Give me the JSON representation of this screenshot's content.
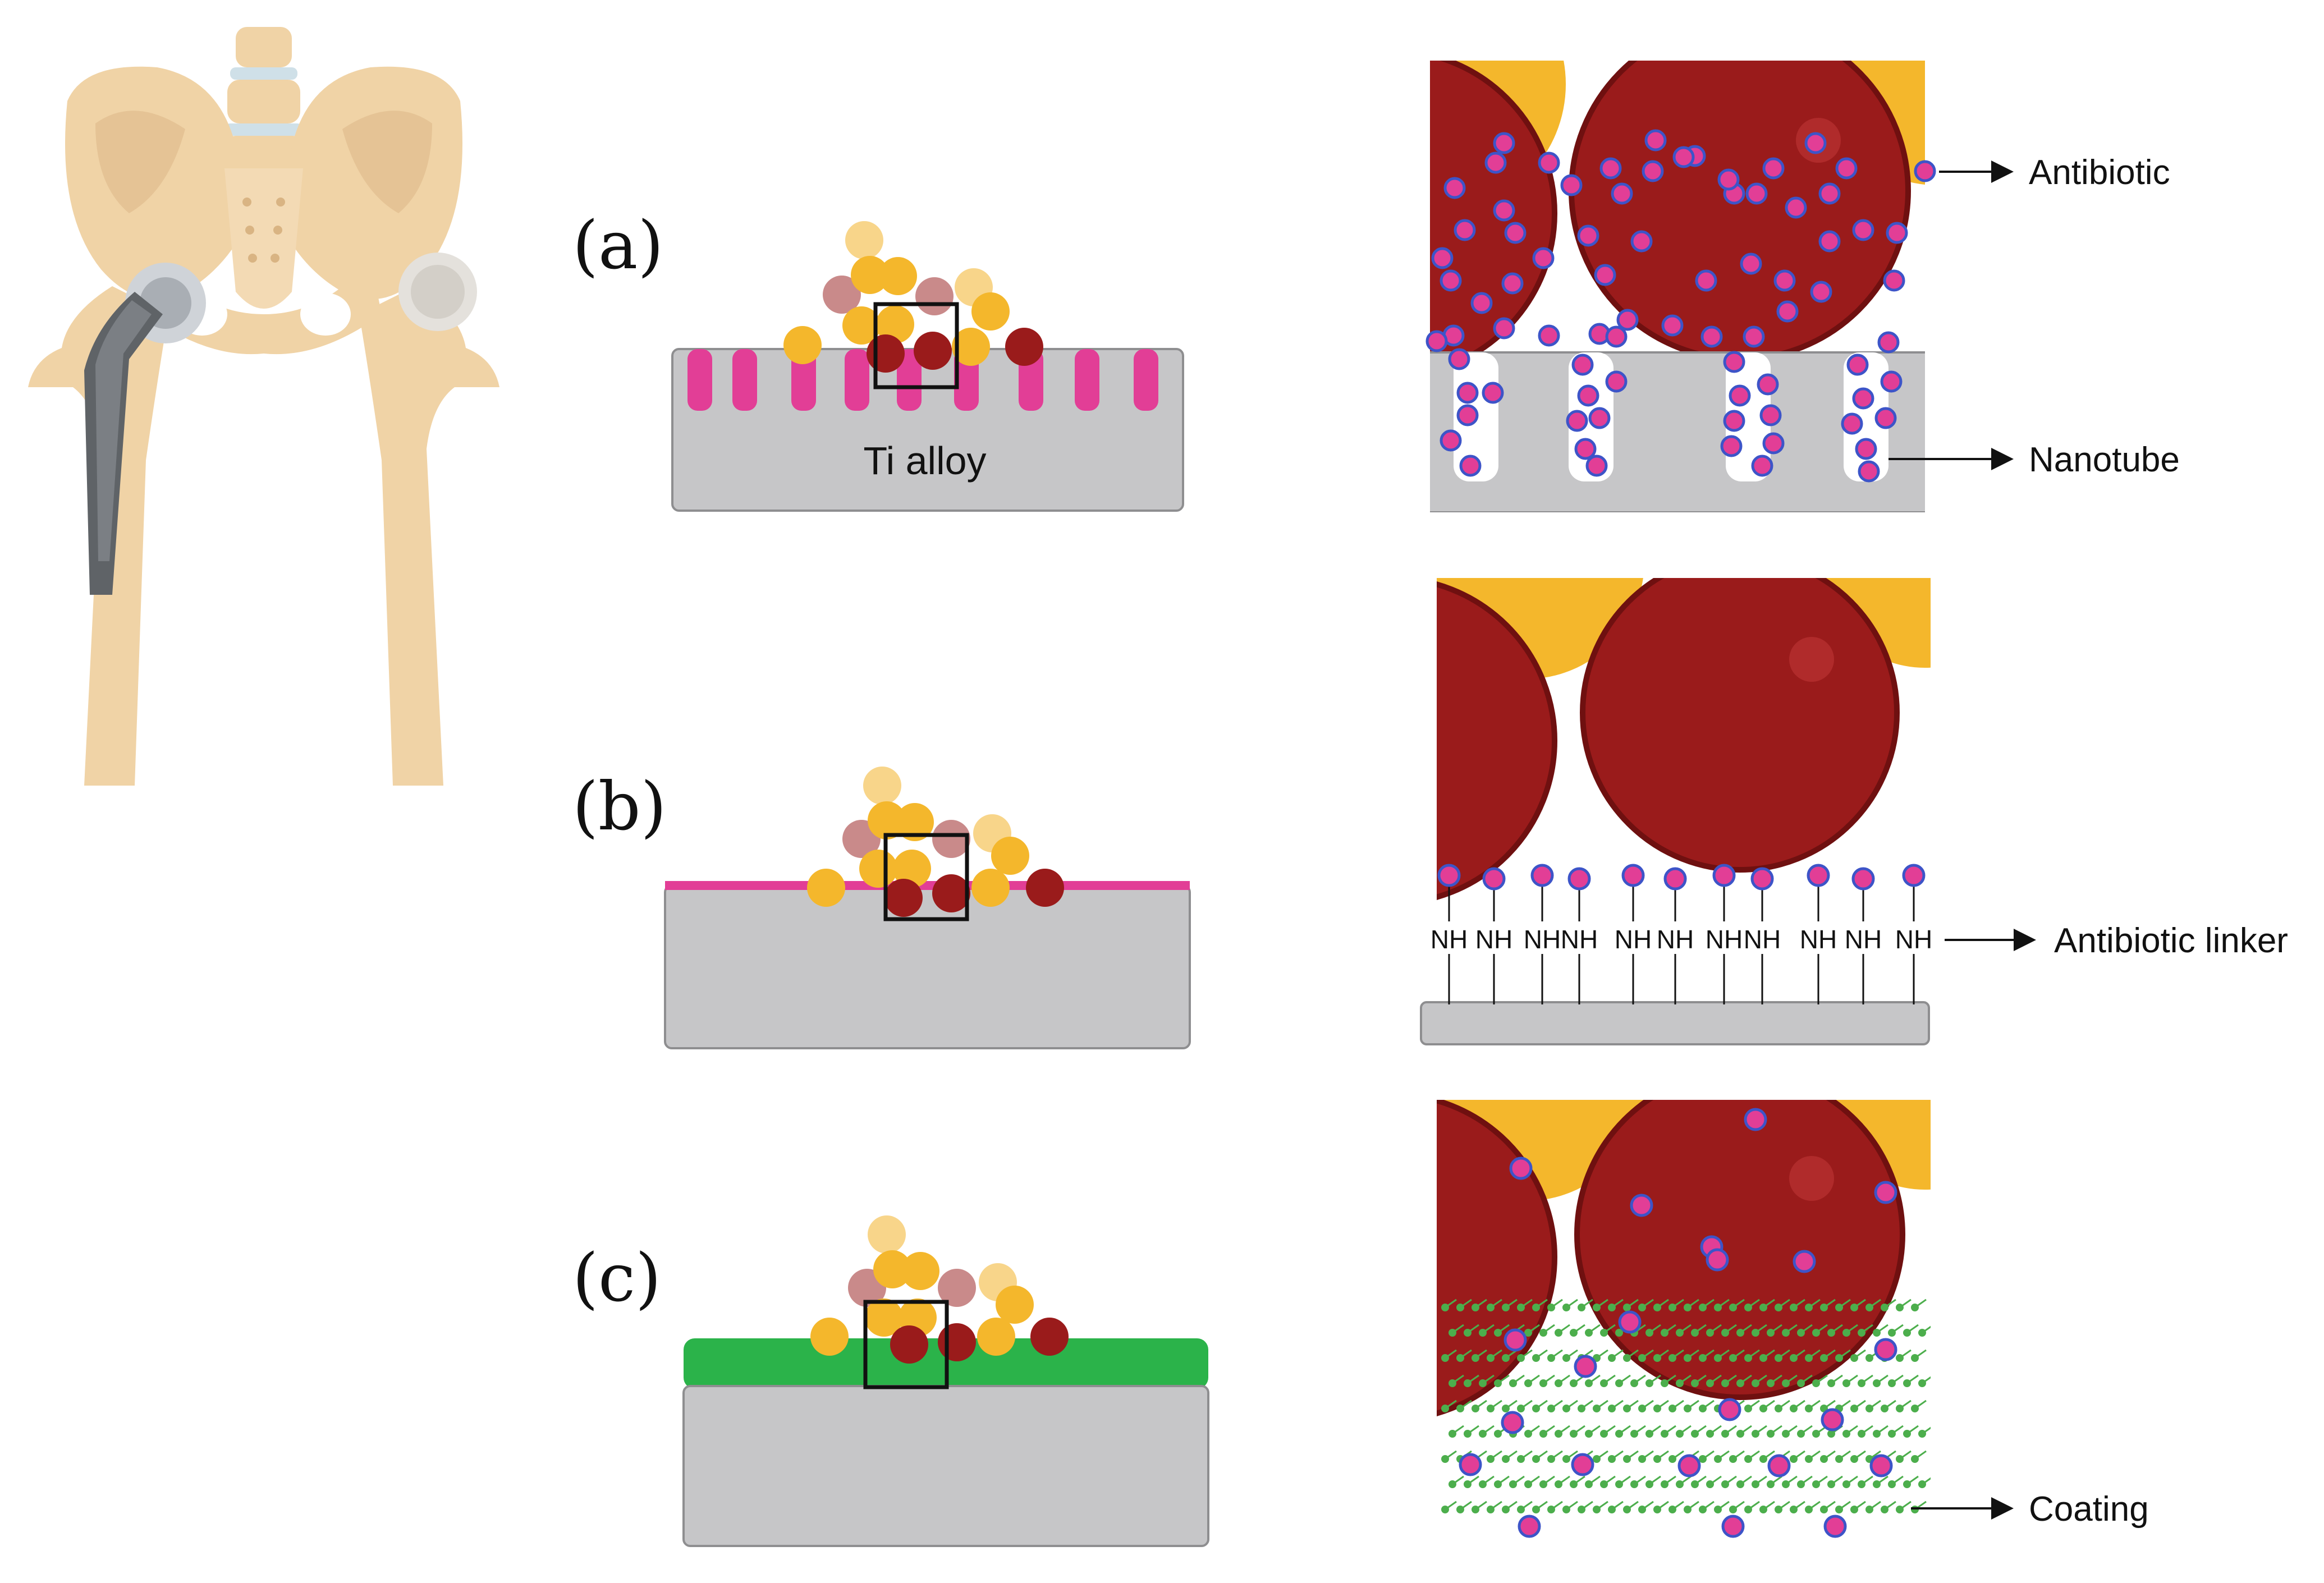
{
  "labels": {
    "panel_a": "(a)",
    "panel_b": "(b)",
    "panel_c": "(c)",
    "ti_alloy": "Ti alloy",
    "nh": "NH"
  },
  "callouts": {
    "antibiotic": "Antibiotic",
    "nanotube": "Nanotube",
    "antibiotic_linker": "Antibiotic linker",
    "coating": "Coating"
  },
  "colors": {
    "bone": "#f0d3a6",
    "bone_shadow": "#d9b483",
    "implant": "#5f6367",
    "substrate": "#c6c6c8",
    "substrate_edge": "#8e8e90",
    "antibiotic_pink": "#e23e96",
    "antibiotic_ring": "#3d54c8",
    "bacteria_red": "#9a1b1b",
    "bacteria_yellow": "#f4b72c",
    "bacteria_pink": "#c98a8a",
    "bacteria_pale": "#f8d58a",
    "coating_green": "#2bb34a",
    "mesh_green": "#4cae4c"
  },
  "icons": [
    "hip-skeleton-icon",
    "hip-implant-icon",
    "bacteria-cluster-icon",
    "antibiotic-molecule-icon",
    "arrow-right-icon"
  ]
}
